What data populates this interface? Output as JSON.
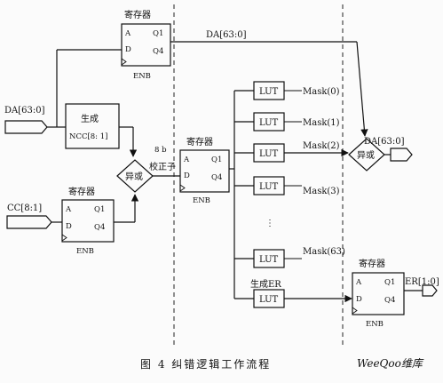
{
  "diagram": {
    "register_label": "寄存器",
    "port_a": "A",
    "port_d": "D",
    "port_q1": "Q1",
    "port_q4": "Q4",
    "enable_label": "ENB",
    "xor_label": "异或",
    "lut_label": "LUT",
    "signals": {
      "da_in": "DA[63:0]",
      "da_top": "DA[63:0]",
      "da_out": "DA[63:0]",
      "cc_in": "CC[8:1]",
      "er_out": "ER[1:0]"
    },
    "gen_ncc_title": "生成",
    "gen_ncc_body": "NCC[8: 1]",
    "syndrome_width": "8 b",
    "syndrome_label": "校正子",
    "gen_er_label": "生成ER",
    "ellipsis": "⋮",
    "masks": [
      "Mask(0)",
      "Mask(1)",
      "Mask(2)",
      "Mask(3)",
      "Mask(63)"
    ]
  },
  "caption": "图 4   纠错逻辑工作流程",
  "watermark": "WeeQoo维库"
}
